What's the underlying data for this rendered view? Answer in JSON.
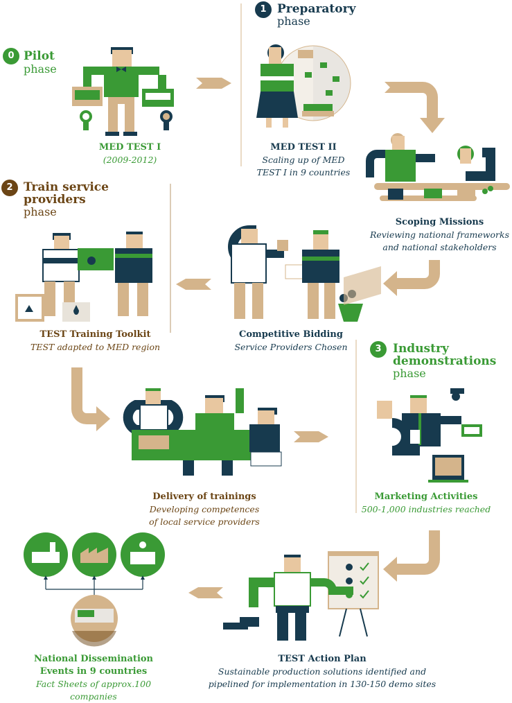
{
  "colors": {
    "green": "#3a9a35",
    "navy": "#173a4e",
    "brown": "#6b4515",
    "tan": "#d4b48b",
    "skin": "#e8c7a0"
  },
  "phases": {
    "pilot": {
      "number": "0",
      "title": "Pilot",
      "sub": "phase"
    },
    "preparatory": {
      "number": "1",
      "title": "Preparatory",
      "sub": "phase"
    },
    "train": {
      "number": "2",
      "title_line1": "Train service",
      "title_line2": "providers",
      "sub": "phase"
    },
    "industry": {
      "number": "3",
      "title_line1": "Industry",
      "title_line2": "demonstrations",
      "sub": "phase"
    }
  },
  "steps": {
    "med_test_1": {
      "title": "MED TEST I",
      "sub": "(2009-2012)"
    },
    "med_test_2": {
      "title": "MED TEST II",
      "sub1": "Scaling up of MED",
      "sub2": "TEST I in 9 countries"
    },
    "scoping": {
      "title": "Scoping Missions",
      "sub1": "Reviewing national frameworks",
      "sub2": "and national stakeholders"
    },
    "bidding": {
      "title": "Competitive Bidding",
      "sub1": "Service Providers Chosen"
    },
    "toolkit": {
      "title": "TEST Training Toolkit",
      "sub1": "TEST adapted to MED region"
    },
    "delivery": {
      "title": "Delivery of trainings",
      "sub1": "Developing competences",
      "sub2": "of local service providers"
    },
    "marketing": {
      "title": "Marketing Activities",
      "sub1": "500-1,000 industries reached"
    },
    "action_plan": {
      "title": "TEST Action Plan",
      "sub1": "Sustainable production solutions identified and",
      "sub2": "pipelined for implementation in 130-150 demo sites"
    },
    "dissemination": {
      "title_line1": "National Dissemination",
      "title_line2": "Events in 9 countries",
      "sub1": "Fact Sheets of approx.100 companies"
    }
  }
}
